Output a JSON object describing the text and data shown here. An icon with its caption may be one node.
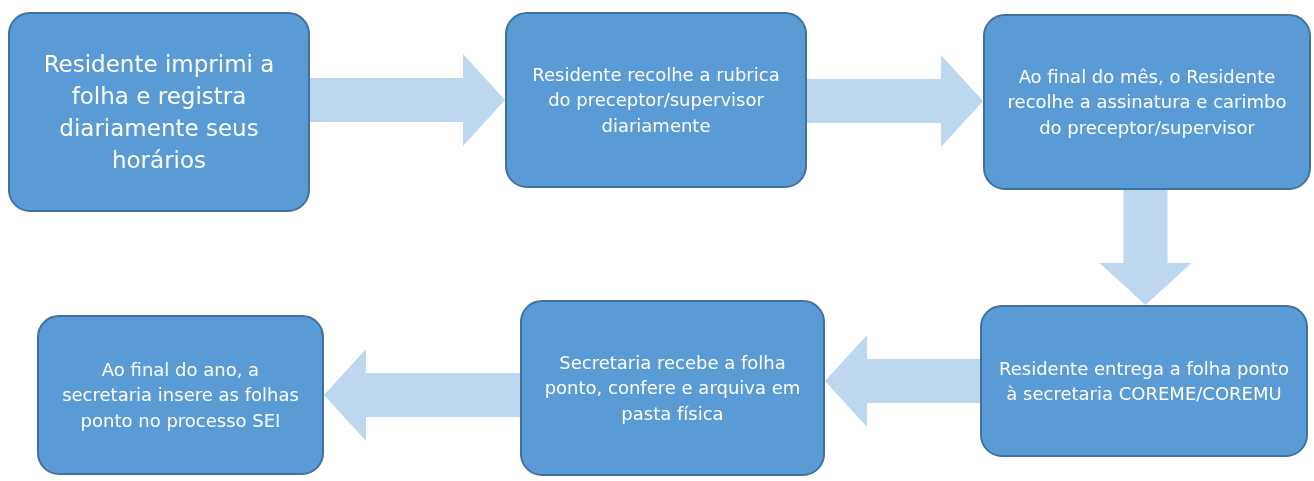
{
  "diagram": {
    "nodes": [
      {
        "text": [
          "Residente imprimi a folha e registra diariamente seus horários"
        ]
      },
      {
        "text": [
          "Residente recolhe a rubrica do preceptor/supervisor diariamente"
        ]
      },
      {
        "text": [
          "Ao final do mês, o Residente recolhe a assinatura e carimbo do preceptor/supervisor"
        ]
      },
      {
        "text": [
          "Residente entrega a folha ponto à secretaria COREME/COREMU"
        ]
      },
      {
        "text": [
          "Secretaria recebe a folha ponto, confere e arquiva em pasta física"
        ]
      },
      {
        "text": [
          "Ao final do ano, a secretaria insere as folhas ponto no processo SEI"
        ]
      }
    ],
    "edges": [
      {
        "from": 0,
        "to": 1,
        "arrow": "to"
      },
      {
        "from": 1,
        "to": 2,
        "arrow": "to"
      },
      {
        "from": 2,
        "to": 3,
        "arrow": "to"
      },
      {
        "from": 3,
        "to": 4,
        "arrow": "to"
      },
      {
        "from": 4,
        "to": 5,
        "arrow": "to"
      }
    ]
  }
}
